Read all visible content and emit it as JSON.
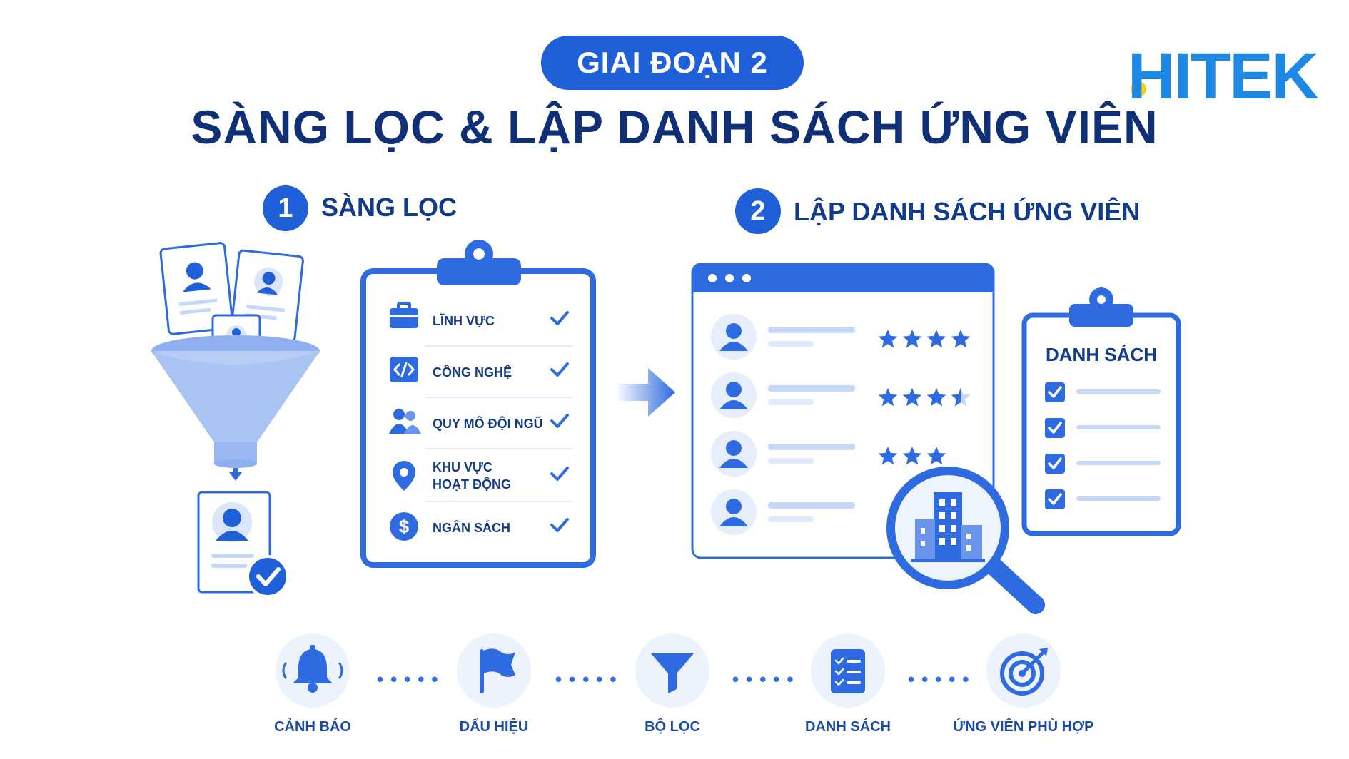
{
  "header": {
    "stage_badge": "GIAI ĐOẠN 2",
    "title": "SÀNG LỌC & LẬP DANH SÁCH ỨNG VIÊN",
    "logo_text": "HITEK"
  },
  "steps": [
    {
      "number": "1",
      "label": "SÀNG LỌC"
    },
    {
      "number": "2",
      "label": "LẬP DANH SÁCH ỨNG VIÊN"
    }
  ],
  "criteria": [
    {
      "label": "LĨNH VỰC",
      "icon": "briefcase-icon"
    },
    {
      "label": "CÔNG NGHỆ",
      "icon": "code-icon"
    },
    {
      "label": "QUY MÔ ĐỘI NGŨ",
      "icon": "team-icon"
    },
    {
      "label_line1": "KHU VỰC",
      "label_line2": "HOẠT ĐỘNG",
      "icon": "location-pin-icon"
    },
    {
      "label": "NGÂN SÁCH",
      "icon": "dollar-icon"
    }
  ],
  "candidate_ratings": [
    4,
    3.5,
    3,
    0
  ],
  "shortlist": {
    "title": "DANH SÁCH",
    "checked_items": 4
  },
  "flow": [
    {
      "label": "CẢNH BÁO",
      "icon": "bell-icon"
    },
    {
      "label": "DẤU HIỆU",
      "icon": "flag-icon"
    },
    {
      "label": "BỘ LỌC",
      "icon": "filter-icon"
    },
    {
      "label": "DANH SÁCH",
      "icon": "checklist-icon"
    },
    {
      "label": "ỨNG VIÊN PHÙ HỢP",
      "icon": "target-icon"
    }
  ],
  "colors": {
    "primary": "#1f5fd8",
    "dark_navy": "#0f2f77",
    "light_blue": "#a9c4f5",
    "logo_yellow": "#f5d20a",
    "logo_blue": "#1e88e5"
  }
}
